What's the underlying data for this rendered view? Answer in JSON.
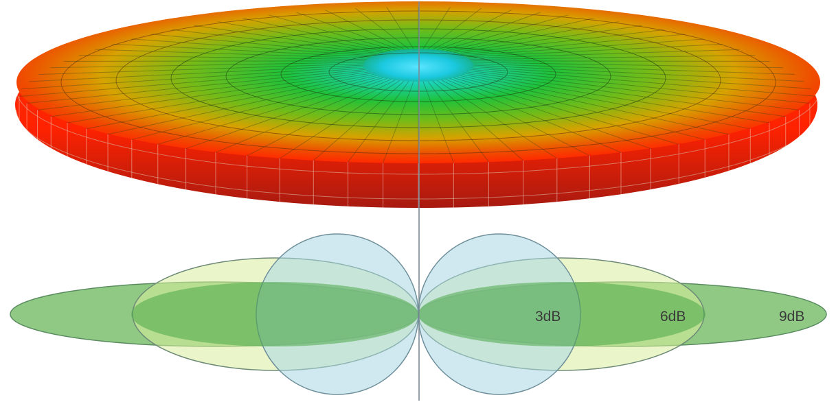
{
  "diagram": {
    "gain_labels": [
      {
        "text": "3dB"
      },
      {
        "text": "6dB"
      },
      {
        "text": "9dB"
      }
    ],
    "colors": {
      "torus_outer": "#ff1e00",
      "torus_mid": "#e8a800",
      "torus_inner": "#19b82b",
      "torus_center": "#2fd3e6",
      "lobe_3db": "#a9d7e3",
      "lobe_6db": "#d2eaa6",
      "lobe_9db": "#7dbf6e",
      "axis_line": "#7b8a96"
    }
  }
}
